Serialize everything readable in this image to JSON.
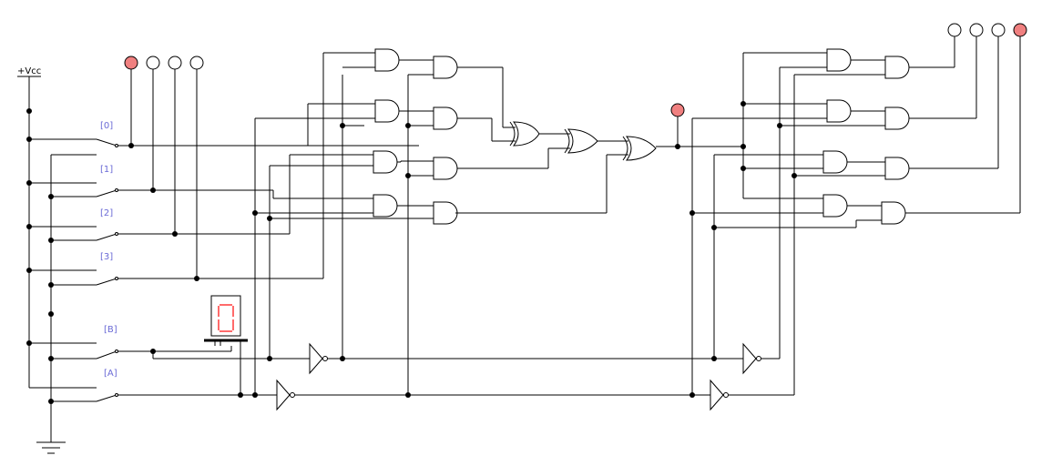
{
  "labels": {
    "vcc": "+Vcc",
    "switch_0": "[0]",
    "switch_1": "[1]",
    "switch_2": "[2]",
    "switch_3": "[3]",
    "switch_b": "[B]",
    "switch_a": "[A]"
  },
  "display": {
    "digit": "0",
    "segment_color": "#ff6b6b"
  },
  "leds": {
    "on_color": "#f08080",
    "off_color": "#ffffff",
    "input_leds": [
      true,
      false,
      false,
      false
    ],
    "parity_led": true,
    "output_leds": [
      false,
      false,
      false,
      true
    ]
  }
}
